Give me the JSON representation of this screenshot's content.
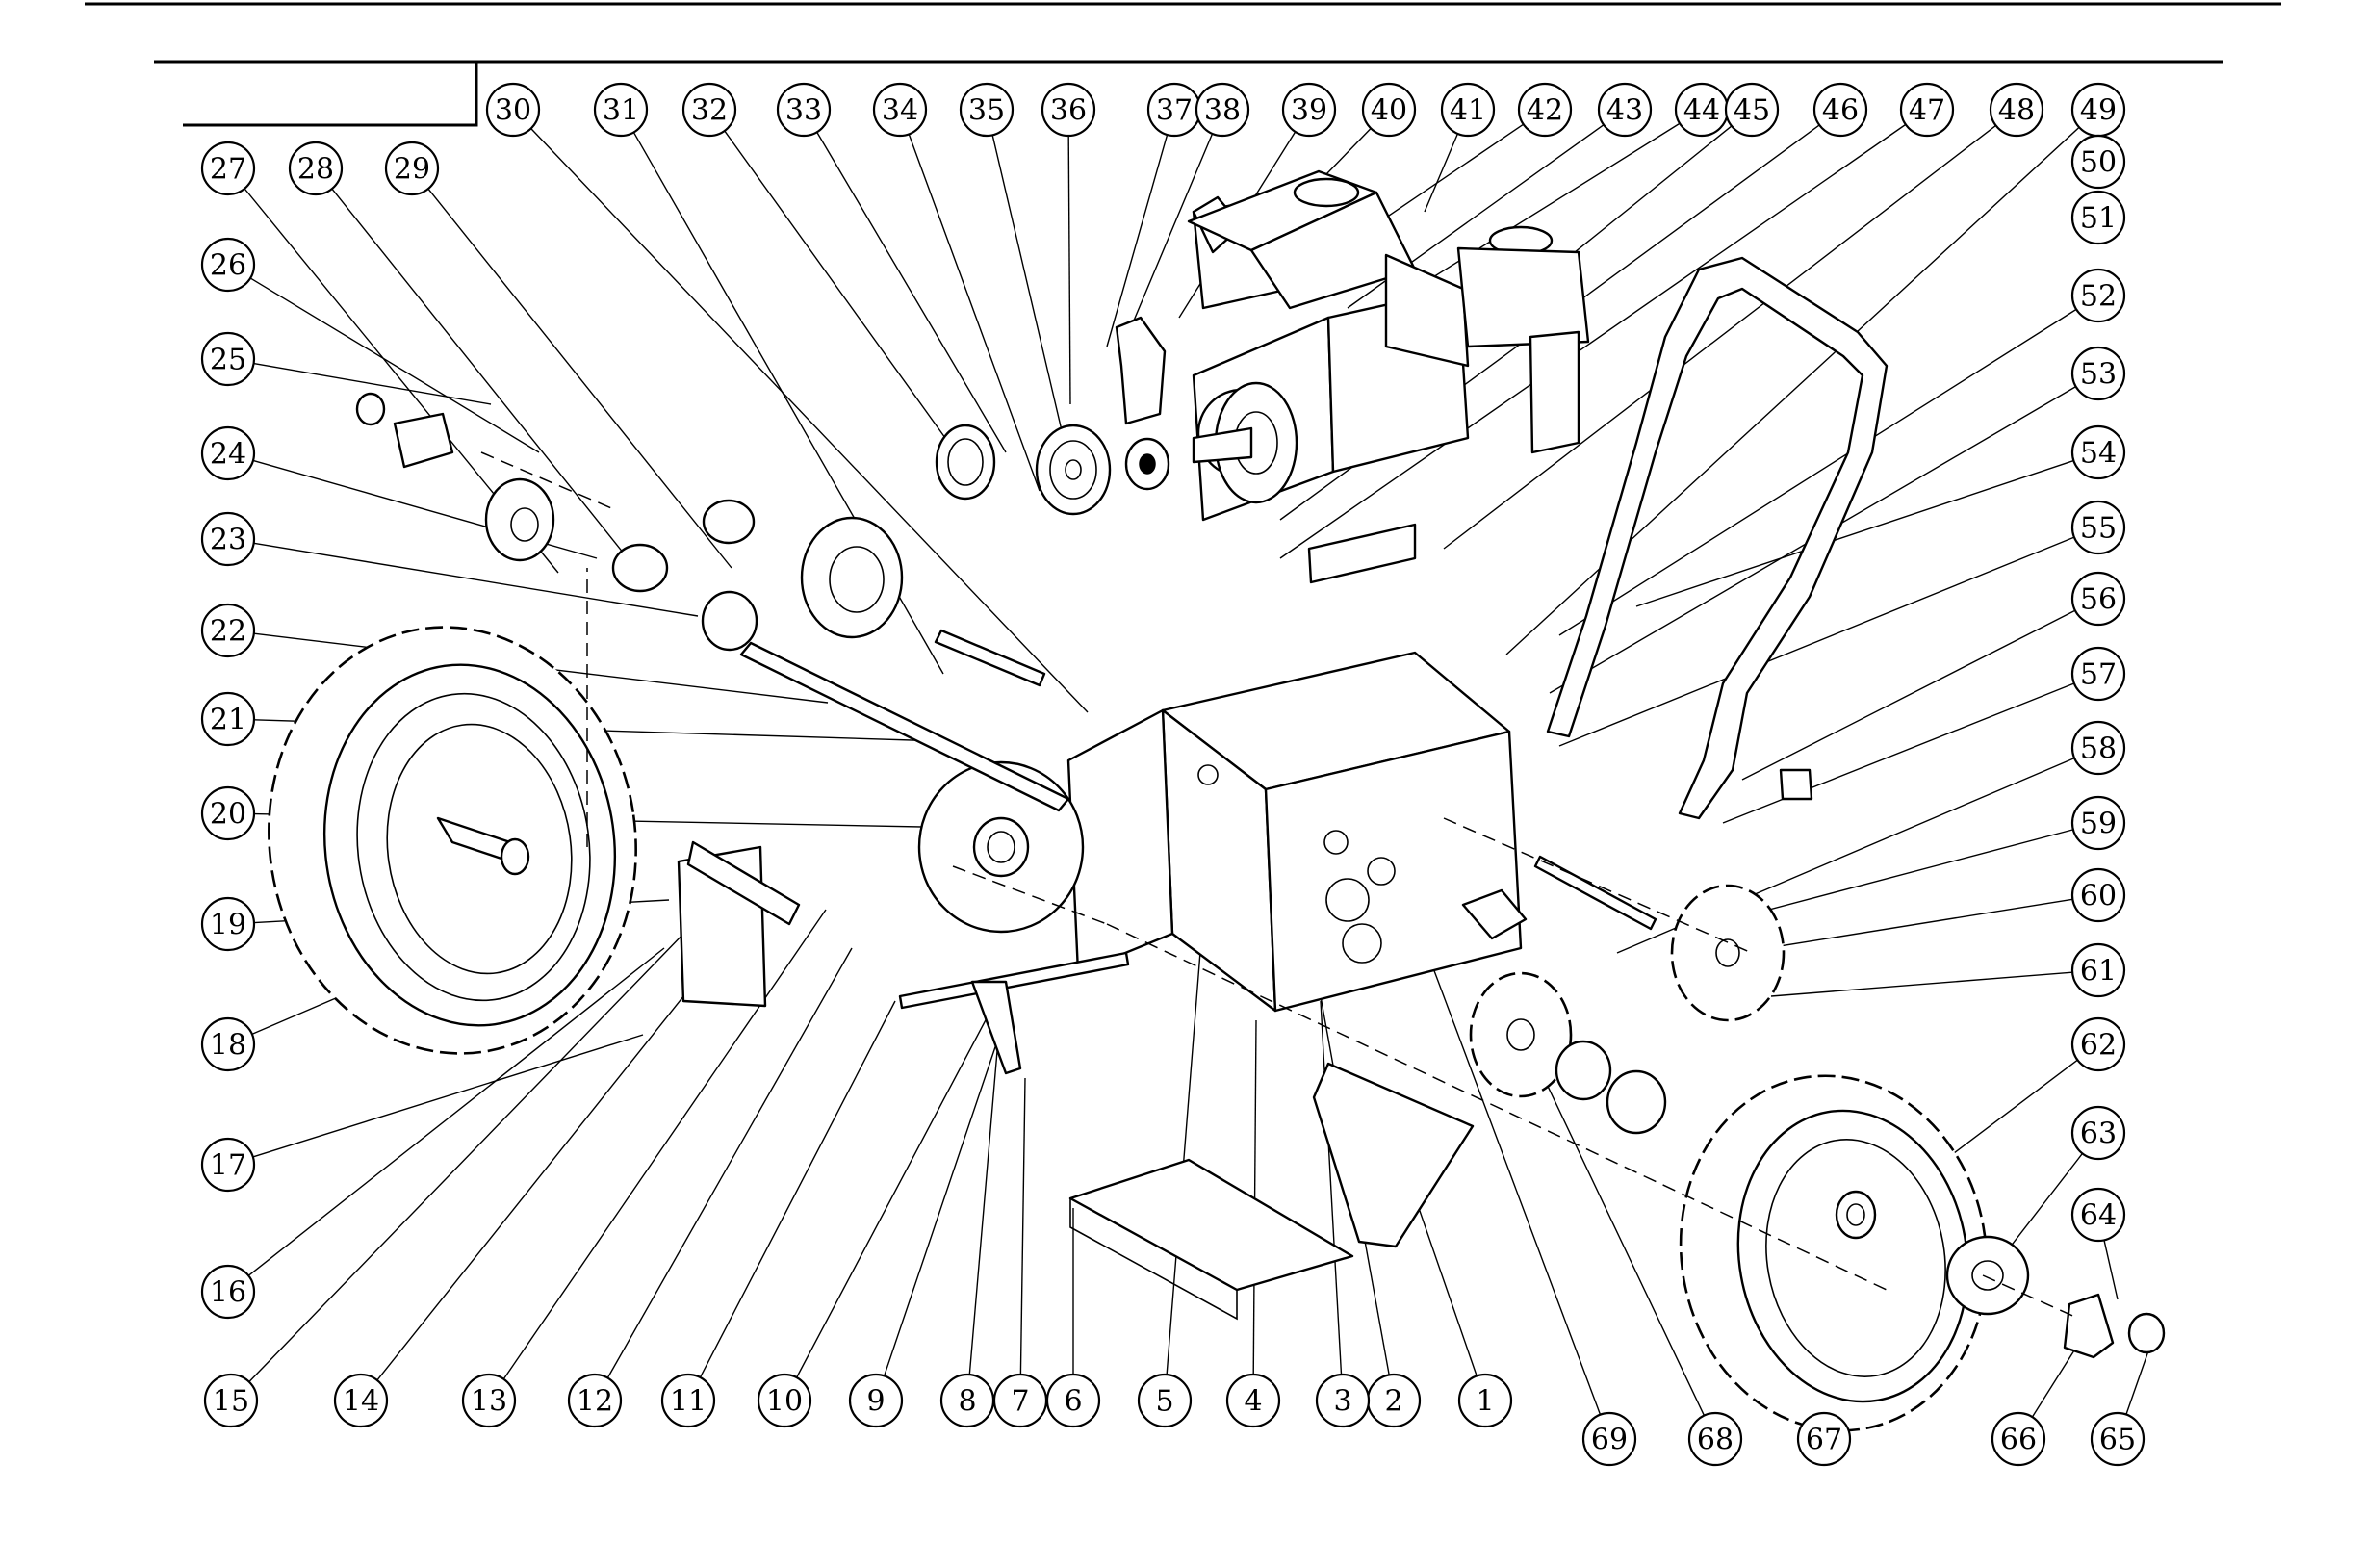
{
  "callouts": [
    "1",
    "2",
    "3",
    "4",
    "5",
    "6",
    "7",
    "8",
    "9",
    "10",
    "11",
    "12",
    "13",
    "14",
    "15",
    "16",
    "17",
    "18",
    "19",
    "20",
    "21",
    "22",
    "23",
    "24",
    "25",
    "26",
    "27",
    "28",
    "29",
    "30",
    "31",
    "32",
    "33",
    "34",
    "35",
    "36",
    "37",
    "38",
    "39",
    "40",
    "41",
    "42",
    "43",
    "44",
    "45",
    "46",
    "47",
    "48",
    "49",
    "50",
    "51",
    "52",
    "53",
    "54",
    "55",
    "56",
    "57",
    "58",
    "59",
    "60",
    "61",
    "62",
    "63",
    "64",
    "65",
    "66",
    "67",
    "68",
    "69"
  ],
  "colors": {
    "line": "#000000",
    "background": "#ffffff"
  }
}
